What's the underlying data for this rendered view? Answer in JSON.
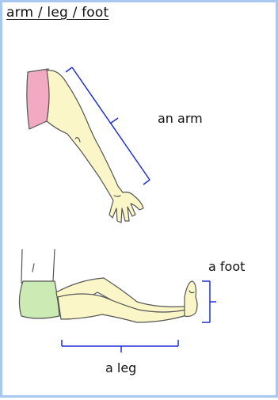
{
  "title": "arm / leg / foot",
  "labels": {
    "arm": "an arm",
    "foot": "a foot",
    "leg": "a leg"
  },
  "colors": {
    "border": "#a9c8f0",
    "bracket": "#1f2fd6",
    "skin": "#fbf6c8",
    "sleeve": "#f2a9c2",
    "shorts": "#ccebb4"
  }
}
